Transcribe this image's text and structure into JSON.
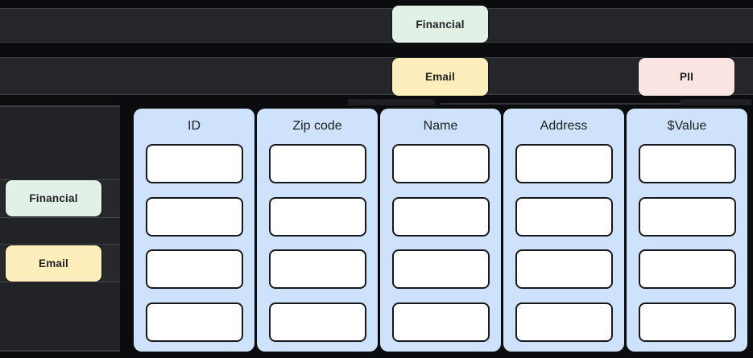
{
  "colors": {
    "background": "#0b0c0e",
    "lane": "#242629",
    "lane_edge": "#3a3d43",
    "sidebar_panel": "#212327",
    "table_column": "#cfe2fb",
    "cell_fill": "#ffffff",
    "cell_border": "#17181a",
    "text_dark": "#202124",
    "tag_financial": "#e1f1e7",
    "tag_email": "#fdeebc",
    "tag_pii": "#fae5e3"
  },
  "top_section": {
    "row1_tag": {
      "label": "Financial",
      "color": "#e1f1e7"
    },
    "row2_tags": [
      {
        "label": "Email",
        "color": "#fdeebc"
      },
      {
        "label": "PII",
        "color": "#fae5e3"
      }
    ]
  },
  "sidebar": {
    "tags": [
      {
        "label": "Financial",
        "color": "#e1f1e7"
      },
      {
        "label": "Email",
        "color": "#fdeebc"
      }
    ]
  },
  "table": {
    "columns": [
      {
        "header": "ID",
        "cells": [
          "",
          "",
          "",
          ""
        ]
      },
      {
        "header": "Zip code",
        "cells": [
          "",
          "",
          "",
          ""
        ]
      },
      {
        "header": "Name",
        "cells": [
          "",
          "",
          "",
          ""
        ]
      },
      {
        "header": "Address",
        "cells": [
          "",
          "",
          "",
          ""
        ]
      },
      {
        "header": "$Value",
        "cells": [
          "",
          "",
          "",
          ""
        ]
      }
    ]
  }
}
